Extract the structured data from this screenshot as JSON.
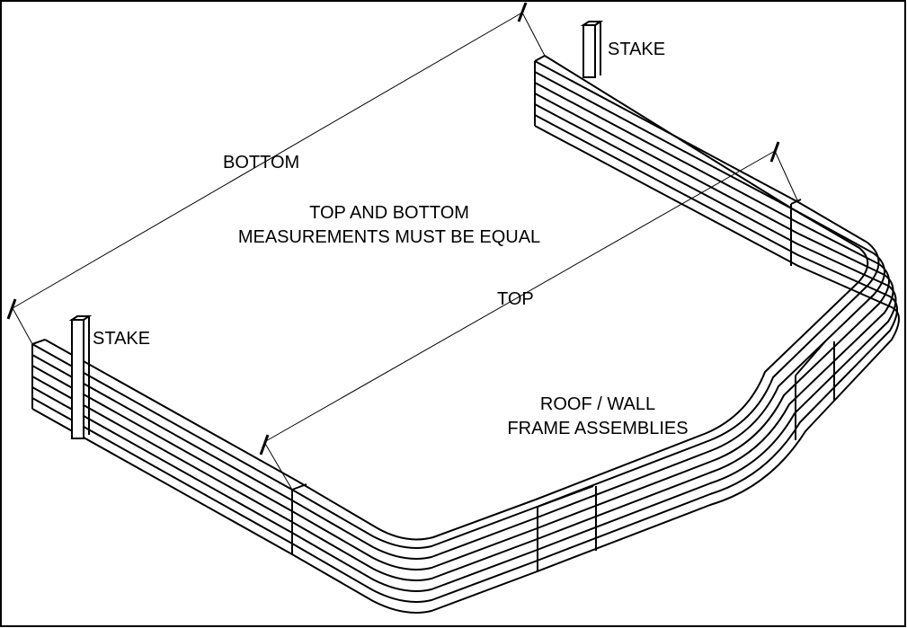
{
  "labels": {
    "stake_right": "STAKE",
    "stake_left": "STAKE",
    "bottom": "BOTTOM",
    "top": "TOP",
    "note_line1": "TOP AND BOTTOM",
    "note_line2": "MEASUREMENTS MUST BE EQUAL",
    "assemblies_line1": "ROOF / WALL",
    "assemblies_line2": "FRAME ASSEMBLIES"
  },
  "colors": {
    "line": "#000000",
    "background": "#ffffff"
  }
}
